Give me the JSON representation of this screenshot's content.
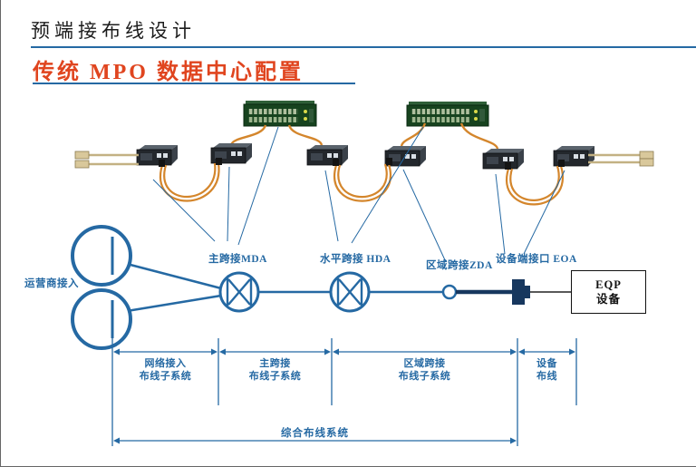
{
  "header": {
    "title": "预端接布线设计"
  },
  "slide_title": "传统 MPO 数据中心配置",
  "colors": {
    "accent_blue": "#2569A3",
    "title_red": "#E0451F",
    "connector_navy": "#17375E",
    "cable_orange": "#D4862C",
    "equipment_green": "#17431F"
  },
  "icons": {
    "switch_top": "network-switch-icon",
    "cassette": "mpo-cassette-icon",
    "loop": "fiber-loop-cable-icon",
    "assembly": "duplex-fiber-assembly-icon"
  },
  "diagram": {
    "carrier_label": "运营商接入",
    "mda_label": "主跨接MDA",
    "hda_label": "水平跨接 HDA",
    "zda_label": "区域跨接ZDA",
    "eoa_label": "设备端接口 EOA",
    "eqp_line1": "EQP",
    "eqp_line2": "设备"
  },
  "subsystems": [
    {
      "line1": "网络接入",
      "line2": "布线子系统"
    },
    {
      "line1": "主跨接",
      "line2": "布线子系统"
    },
    {
      "line1": "区域跨接",
      "line2": "布线子系统"
    },
    {
      "line1": "设备",
      "line2": "布线"
    }
  ],
  "total_system_label": "综合布线系统"
}
